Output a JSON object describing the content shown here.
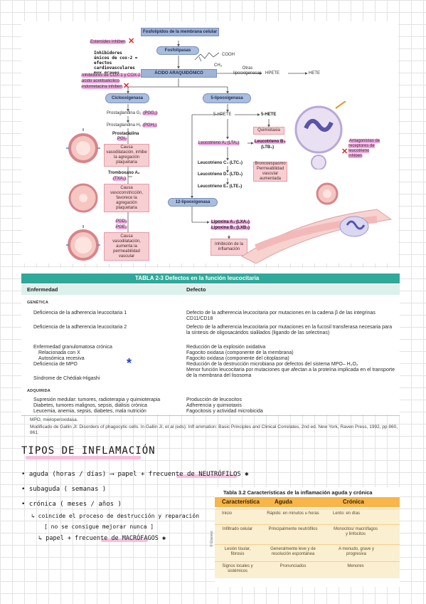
{
  "diagram": {
    "membrana": "Fosfolípidos de la membrana celular",
    "esteroides": "Esteroides inhiben",
    "fosfolipasas": "Fosfolipasas",
    "anotacion_cox2": "Inhibidores únicos de cox-2 = efectos cardiovasculares muy graves",
    "cooh": "COOH",
    "ch3": "CH₃",
    "acido": "ÁCIDO ARAQUIDÓNICO",
    "otras_lipo": "Otras lipooxigenasas",
    "hpete_top": "HPETE",
    "hete_top": "HETE",
    "inhibidores_cox": "Inhibidores de COX-1 y COX-2",
    "acido_acetil": "ácido acetilsalicílico",
    "indometacina": "indometacina inhiben",
    "ciclooxigenasa": "Ciclooxigenasa",
    "lipooxigenasa5": "5-lipooxigenasa",
    "prost_g2": "Prostaglandina G₂",
    "pgg2": "(PGG₂)",
    "prost_h2": "Prostaglandina H₂",
    "pgh2": "(PGH₂)",
    "hpete5": "5-HPETE",
    "hete5": "5-HETE",
    "quimiotaxia": "Quimiotaxia",
    "prostaciclina": "Prostaciclina",
    "pgi2": "PGI₂",
    "causa1": "Causa vasodilatación, inhibe la agregación plaquetaria",
    "tromboxano": "Tromboxano A₂",
    "txa2": "(TXA₂)",
    "causa2": "Causa vasoconstricción, favorece la agregación plaquetaria",
    "pgd2": "PGD₂",
    "pge2": "PGE₂",
    "causa3": "Causa vasodilatación, aumenta la permeabilidad vascular",
    "leuco_a4": "Leucotrieno A₄ (LTA₄)",
    "leuco_b4": "Leucotrieno B₄",
    "ltb4": "(LTB₄)",
    "leuco_c4": "Leucotrieno C₄ (LTC₄)",
    "leuco_d4": "Leucotrieno D₄ (LTD₄)",
    "leuco_e4": "Leucotrieno E₄ (LTE₄)",
    "bronco": "Broncoespasmo Permeabilidad vascular aumentada",
    "antagonistas": "Antagonistas de receptores de leucotrieno inhiben",
    "lipooxigenasa12": "12-lipooxigenasa",
    "lipoxina_a4": "Lipoxina A₄ (LXA₄)",
    "lipoxina_b4": "Lipoxina B₄ (LXB₄)",
    "inhibicion": "Inhibición de la inflamación"
  },
  "tabla23": {
    "titulo": "TABLA 2-3   Defectos en la función leucocitaria",
    "col_enfermedad": "Enfermedad",
    "col_defecto": "Defecto",
    "seccion_genetica": "GENÉTICA",
    "seccion_adquirida": "ADQUIRIDA",
    "filas_geneticas": [
      {
        "enfermedad": "Deficiencia de la adherencia leucocitaria 1",
        "defecto": "Defecto de la adherencia leucocitaria por mutaciones en la cadena β de las integrinas CD11/CD18"
      },
      {
        "enfermedad": "Deficiencia de la adherencia leucocitaria 2",
        "defecto": "Defecto de la adherencia leucocitaria por mutaciones en la fucosil transferasa necesaria para la síntesis de oligosacáridos sialilados (ligando de las selectinas)"
      },
      {
        "enfermedad": "Enfermedad granulomatosa crónica",
        "defecto": "Reducción de la explosión oxidativa"
      },
      {
        "enfermedad": "Relacionada con X",
        "defecto": "Fagocito oxidasa (componente de la membrana)"
      },
      {
        "enfermedad": "Autosómica recesiva",
        "defecto": "Fagocito oxidasa (componente del citoplasma)"
      },
      {
        "enfermedad": "Deficiencia de MPO",
        "defecto": "Reducción de la destrucción microbiana por defectos del sistema MPO– H₂O₂"
      },
      {
        "enfermedad": "Síndrome de Chédiak-Higashi",
        "defecto": "Menor función leucocitaria por mutaciones que afectan a la proteína implicada en el transporte de la membrana del lisosoma"
      }
    ],
    "filas_adquiridas": [
      {
        "enfermedad": "Supresión medular: tumores, radioterapia y quimioterapia",
        "defecto": "Producción de leucocitos"
      },
      {
        "enfermedad": "Diabetes, tumores malignos, sepsis, diálisis crónica",
        "defecto": "Adherencia y quimiotaxis"
      },
      {
        "enfermedad": "Leucemia, anemia, sepsis, diabetes, mala nutrición",
        "defecto": "Fagocitosis y actividad microbicida"
      }
    ],
    "nota1": "MPO, mieloperoxidasa.",
    "nota2": "Modificado de Gallin JI: Disorders of phagocytic cells. In Gallin JI, et al (eds): Infl ammation: Basic Principles and Clinical Correlates, 2nd ed. New York, Raven Press, 1992, pp 860, 861."
  },
  "notas": {
    "titulo": "TIPOS DE INFLAMACIÓN",
    "linea1": "• aguda  (horas / días)  ⟶  papel + frecuente de  NEUTRÓFILOS ✱",
    "linea2": "• subaguda  ( semanas )",
    "linea3": "• crónica  ( meses / años )",
    "linea4": "↳ coincide el proceso de destrucción y reparación",
    "linea5": "[ no se consigue mejorar nunca ]",
    "linea6": "↳ papel + frecuente de  MACRÓFAGOS ✱"
  },
  "tabla32": {
    "titulo": "Tabla 3.2  Características de la inflamación aguda y crónica",
    "headers": [
      "Característica",
      "Aguda",
      "Crónica"
    ],
    "filas": [
      [
        "Inicio",
        "Rápido: en minutos u horas",
        "Lento: en días"
      ],
      [
        "Infiltrado celular",
        "Principalmente neutrófilos",
        "Monocitos/ macrófagos y linfocitos"
      ],
      [
        "Lesión tisular, fibrosis",
        "Generalmente leve y de resolución espontánea",
        "A menudo, grave y progresiva"
      ],
      [
        "Signos locales y sistémicos",
        "Pronunciados",
        "Menores"
      ]
    ],
    "copyright": "© Elsevier."
  },
  "colores": {
    "teal": "#2fa99a",
    "naranja": "#f7b54a",
    "rosa": "#f1a7e0",
    "azul": "#9fb3d6"
  }
}
